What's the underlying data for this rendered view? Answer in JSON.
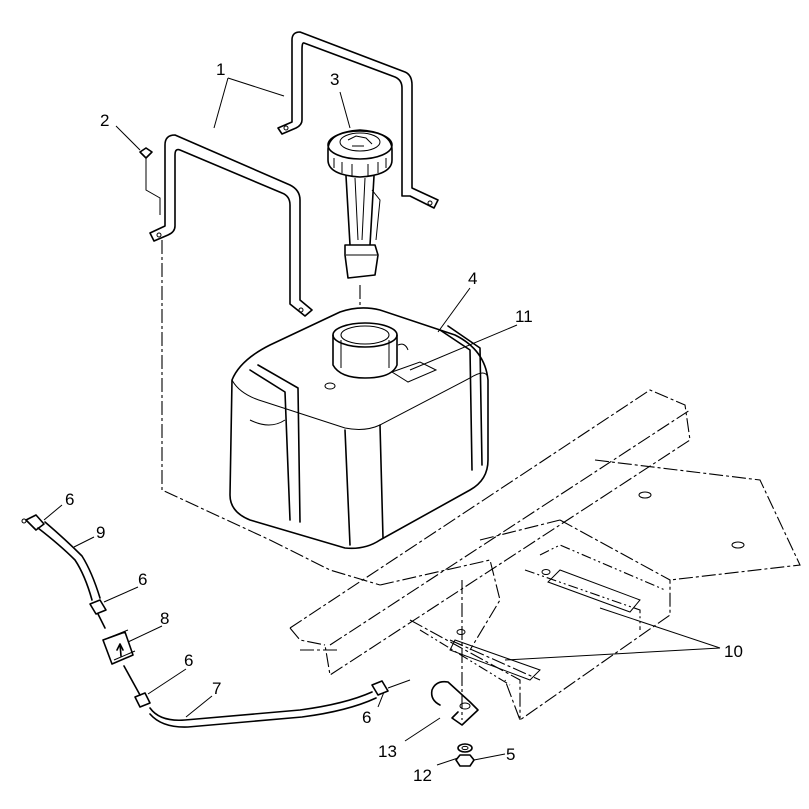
{
  "callouts": {
    "c1": "1",
    "c2": "2",
    "c3": "3",
    "c4": "4",
    "c5": "5",
    "c6a": "6",
    "c6b": "6",
    "c6c": "6",
    "c6d": "6",
    "c7": "7",
    "c8": "8",
    "c9": "9",
    "c10": "10",
    "c11": "11",
    "c12": "12",
    "c13": "13"
  }
}
